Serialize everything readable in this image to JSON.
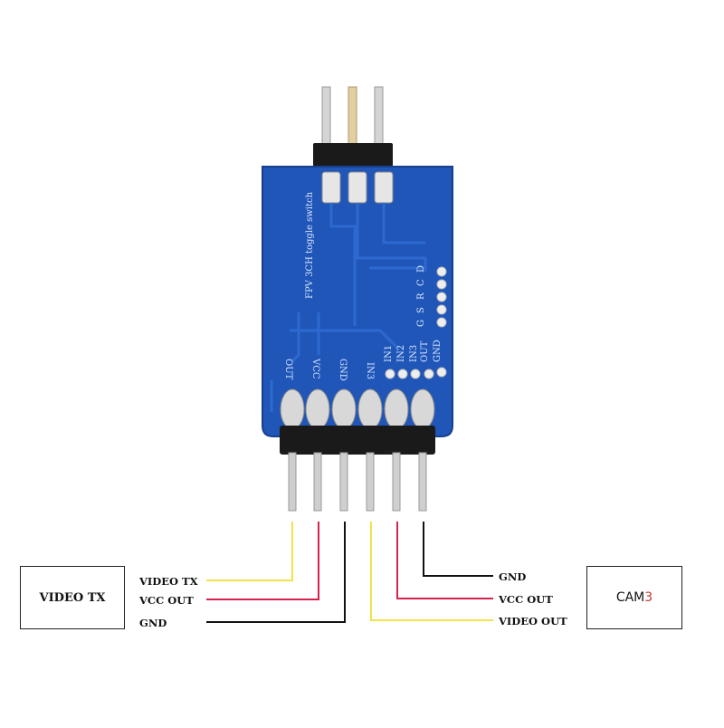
{
  "colors": {
    "pcb": "#1f56b8",
    "pcb_dark": "#163f8e",
    "trace": "#2d69d0",
    "header_plastic": "#1a1a1a",
    "pin_metal": "#cfcfcf",
    "wire_yellow": "#f2e24a",
    "wire_red": "#d4224d",
    "wire_black": "#111111",
    "cam_suffix": "#c0392b"
  },
  "board": {
    "title": "FPV 3CH toggle switch",
    "side_pads": [
      "D",
      "C",
      "R",
      "S",
      "G"
    ],
    "right_labels": [
      "GND",
      "OUT",
      "IN3",
      "IN2",
      "IN1"
    ],
    "bottom_labels": [
      "OUT",
      "VCC",
      "GND",
      "IN3"
    ]
  },
  "left_device": {
    "name": "VIDEO TX",
    "wires": [
      {
        "label": "VIDEO TX",
        "color": "yellow"
      },
      {
        "label": "VCC OUT",
        "color": "red"
      },
      {
        "label": "GND",
        "color": "black"
      }
    ]
  },
  "right_device": {
    "name_prefix": "CAM",
    "name_suffix": "3",
    "wires": [
      {
        "label": "GND",
        "color": "black"
      },
      {
        "label": "VCC OUT",
        "color": "red"
      },
      {
        "label": "VIDEO OUT",
        "color": "yellow"
      }
    ]
  }
}
